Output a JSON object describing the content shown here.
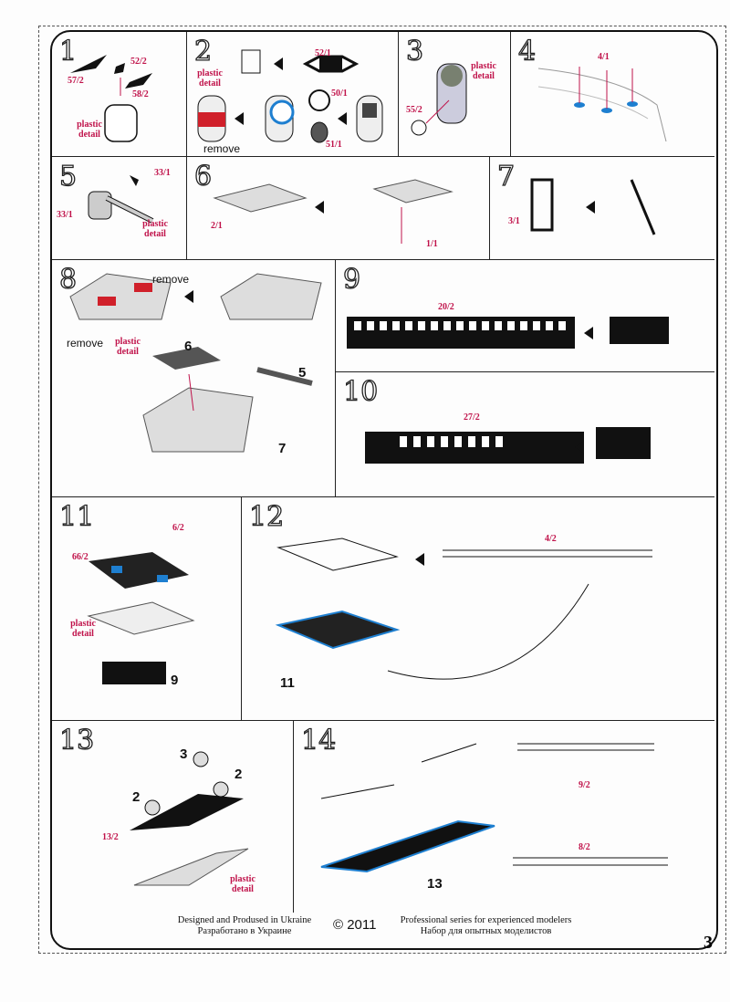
{
  "steps": {
    "s1": {
      "num": "1",
      "labels": [
        "52/2",
        "57/2",
        "58/2",
        "plastic detail"
      ]
    },
    "s2": {
      "num": "2",
      "labels": [
        "52/1",
        "plastic detail",
        "50/1",
        "51/1",
        "remove"
      ]
    },
    "s3": {
      "num": "3",
      "labels": [
        "plastic detail",
        "55/2"
      ]
    },
    "s4": {
      "num": "4",
      "labels": [
        "4/1"
      ]
    },
    "s5": {
      "num": "5",
      "labels": [
        "33/1",
        "33/1",
        "plastic detail"
      ]
    },
    "s6": {
      "num": "6",
      "labels": [
        "2/1",
        "1/1"
      ]
    },
    "s7": {
      "num": "7",
      "labels": [
        "3/1"
      ]
    },
    "s8": {
      "num": "8",
      "labels": [
        "remove",
        "remove",
        "plastic detail",
        "6",
        "5",
        "7"
      ]
    },
    "s9": {
      "num": "9",
      "labels": [
        "20/2"
      ]
    },
    "s10": {
      "num": "10",
      "labels": [
        "27/2"
      ]
    },
    "s11": {
      "num": "11",
      "labels": [
        "6/2",
        "66/2",
        "plastic detail",
        "9"
      ]
    },
    "s12": {
      "num": "12",
      "labels": [
        "4/2",
        "11"
      ]
    },
    "s13": {
      "num": "13",
      "labels": [
        "3",
        "2",
        "2",
        "13/2",
        "plastic detail"
      ]
    },
    "s14": {
      "num": "14",
      "labels": [
        "9/2",
        "8/2",
        "13"
      ]
    }
  },
  "footer": {
    "left_en": "Designed and Prodused in Ukraine",
    "left_ru": "Разработано в Украине",
    "copyright": "© 2011",
    "right_en": "Professional series for experienced modelers",
    "right_ru": "Набор для опытных моделистов",
    "page_number": "3"
  },
  "colors": {
    "accent": "#c0124a",
    "blue": "#1e7fd0",
    "red": "#d0202a"
  }
}
